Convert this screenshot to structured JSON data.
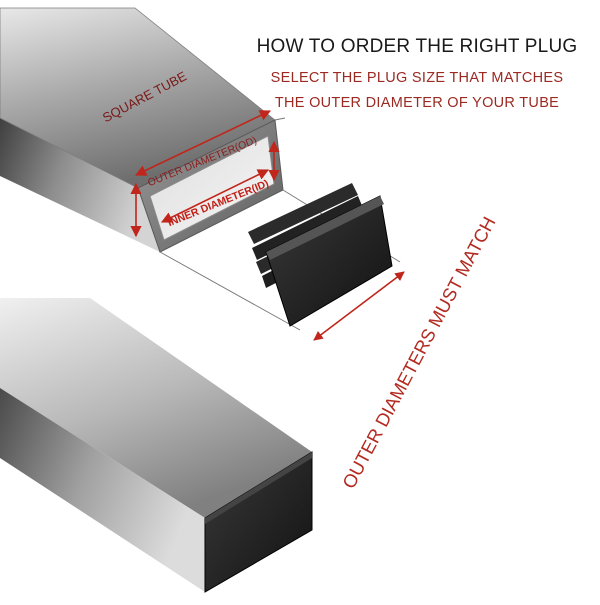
{
  "heading": {
    "title": "HOW TO ORDER THE RIGHT PLUG",
    "line1": "SELECT THE PLUG SIZE THAT MATCHES",
    "line2": "THE OUTER DIAMETER OF YOUR TUBE"
  },
  "labels": {
    "tube": "SQUARE TUBE",
    "outer": "OUTER DIAMETER(OD)",
    "inner": "INNER DIAMETER(ID)",
    "match": "OUTER DIAMETERS MUST MATCH"
  },
  "colors": {
    "accent": "#b32a20",
    "dark_text": "#1a1a1a",
    "steel_light": "#c9c9c9",
    "steel_dark": "#5a5a5a",
    "plug": "#1c1c1c"
  },
  "icons": [
    "dimension-arrow-icon",
    "end-cap-plug-icon"
  ]
}
